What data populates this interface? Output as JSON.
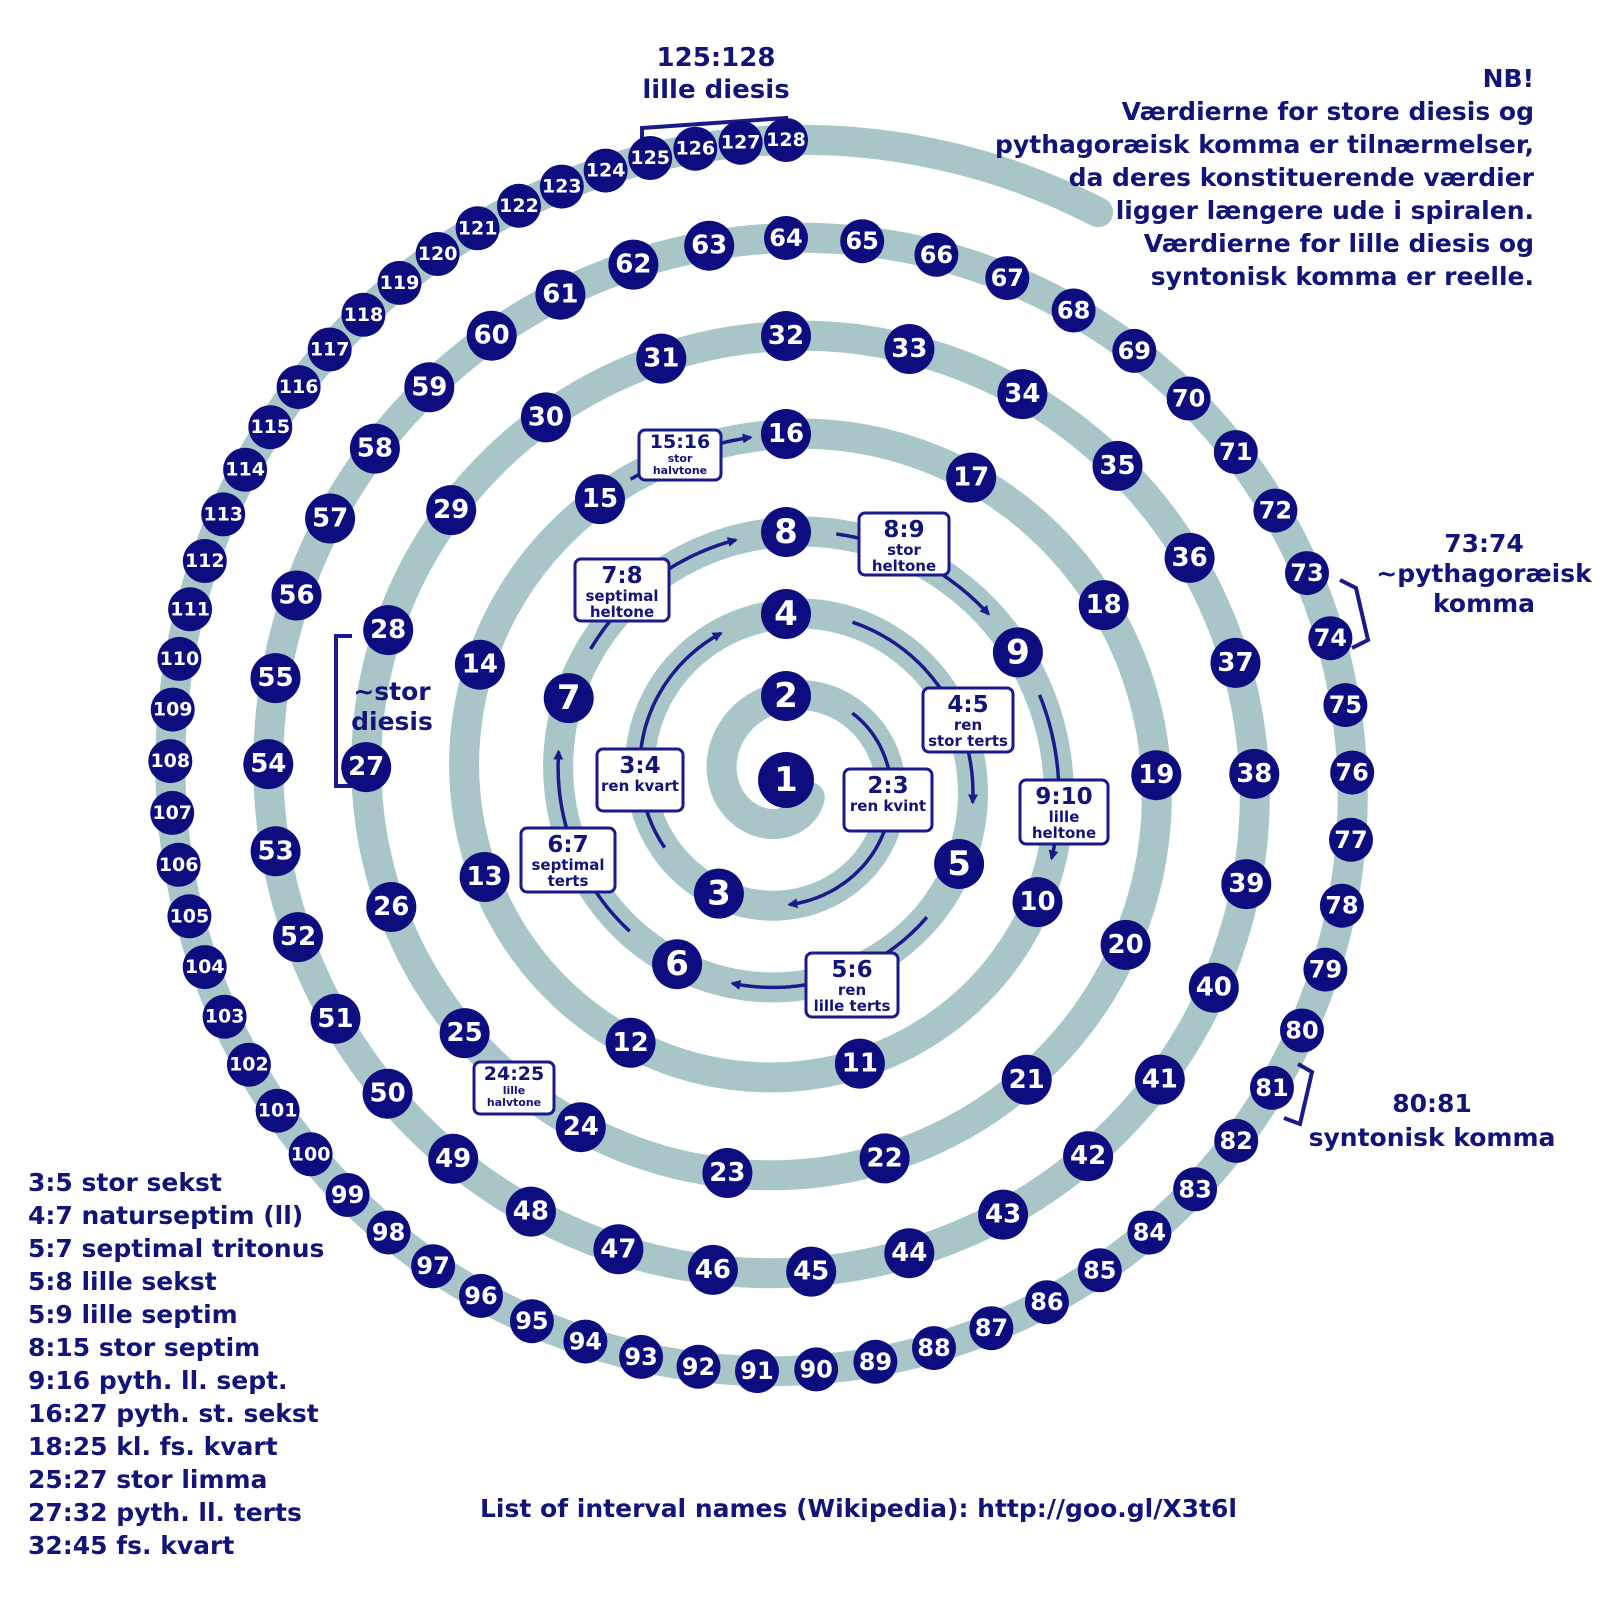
{
  "colors": {
    "node": "#0d0d80",
    "track": "#a8c5c8",
    "text": "#121477",
    "arrow": "#1a1a8a"
  },
  "nodes": {
    "count": 128,
    "labels": [
      "1",
      "2",
      "3",
      "4",
      "5",
      "6",
      "7",
      "8",
      "9",
      "10",
      "11",
      "12",
      "13",
      "14",
      "15",
      "16",
      "17",
      "18",
      "19",
      "20",
      "21",
      "22",
      "23",
      "24",
      "25",
      "26",
      "27",
      "28",
      "29",
      "30",
      "31",
      "32",
      "33",
      "34",
      "35",
      "36",
      "37",
      "38",
      "39",
      "40",
      "41",
      "42",
      "43",
      "44",
      "45",
      "46",
      "47",
      "48",
      "49",
      "50",
      "51",
      "52",
      "53",
      "54",
      "55",
      "56",
      "57",
      "58",
      "59",
      "60",
      "61",
      "62",
      "63",
      "64",
      "65",
      "66",
      "67",
      "68",
      "69",
      "70",
      "71",
      "72",
      "73",
      "74",
      "75",
      "76",
      "77",
      "78",
      "79",
      "80",
      "81",
      "82",
      "83",
      "84",
      "85",
      "86",
      "87",
      "88",
      "89",
      "90",
      "91",
      "92",
      "93",
      "94",
      "95",
      "96",
      "97",
      "98",
      "99",
      "100",
      "101",
      "102",
      "103",
      "104",
      "105",
      "106",
      "107",
      "108",
      "109",
      "110",
      "111",
      "112",
      "113",
      "114",
      "115",
      "116",
      "117",
      "118",
      "119",
      "120",
      "121",
      "122",
      "123",
      "124",
      "125",
      "126",
      "127",
      "128"
    ]
  },
  "interval_boxes": [
    {
      "id": "2-3",
      "ratio": "2:3",
      "name": [
        "ren kvint"
      ]
    },
    {
      "id": "3-4",
      "ratio": "3:4",
      "name": [
        "ren kvart"
      ]
    },
    {
      "id": "4-5",
      "ratio": "4:5",
      "name": [
        "ren",
        "stor terts"
      ]
    },
    {
      "id": "5-6",
      "ratio": "5:6",
      "name": [
        "ren",
        "lille terts"
      ]
    },
    {
      "id": "6-7",
      "ratio": "6:7",
      "name": [
        "septimal",
        "terts"
      ]
    },
    {
      "id": "7-8",
      "ratio": "7:8",
      "name": [
        "septimal",
        "heltone"
      ]
    },
    {
      "id": "8-9",
      "ratio": "8:9",
      "name": [
        "stor",
        "heltone"
      ]
    },
    {
      "id": "9-10",
      "ratio": "9:10",
      "name": [
        "lille",
        "heltone"
      ]
    },
    {
      "id": "15-16",
      "ratio": "15:16",
      "name": [
        "stor",
        "halvtone"
      ]
    },
    {
      "id": "24-25",
      "ratio": "24:25",
      "name": [
        "lille",
        "halvtone"
      ]
    }
  ],
  "bracket_labels": {
    "lille_diesis": [
      "125:128",
      "lille diesis"
    ],
    "stor_diesis": [
      "~stor",
      "diesis"
    ],
    "pythagoraeisk": [
      "73:74",
      "~pythagoræisk",
      "komma"
    ],
    "syntonisk": [
      "80:81",
      "syntonisk komma"
    ]
  },
  "note": {
    "lines": [
      "NB!",
      "Værdierne for store diesis og",
      "pythagoræisk komma er tilnærmelser,",
      "da deres konstituerende værdier",
      "ligger længere ude i spiralen.",
      "Værdierne for lille diesis og",
      "syntonisk komma er reelle."
    ]
  },
  "legend": [
    "3:5 stor sekst",
    "4:7 naturseptim (ll)",
    "5:7 septimal tritonus",
    "5:8 lille sekst",
    "5:9 lille septim",
    "8:15 stor septim",
    "9:16 pyth. ll. sept.",
    "16:27 pyth. st. sekst",
    "18:25 kl. fs. kvart",
    "25:27 stor limma",
    "27:32 pyth. ll. terts",
    "32:45 fs. kvart"
  ],
  "footer": "List of interval names (Wikipedia): http://goo.gl/X3t6l"
}
